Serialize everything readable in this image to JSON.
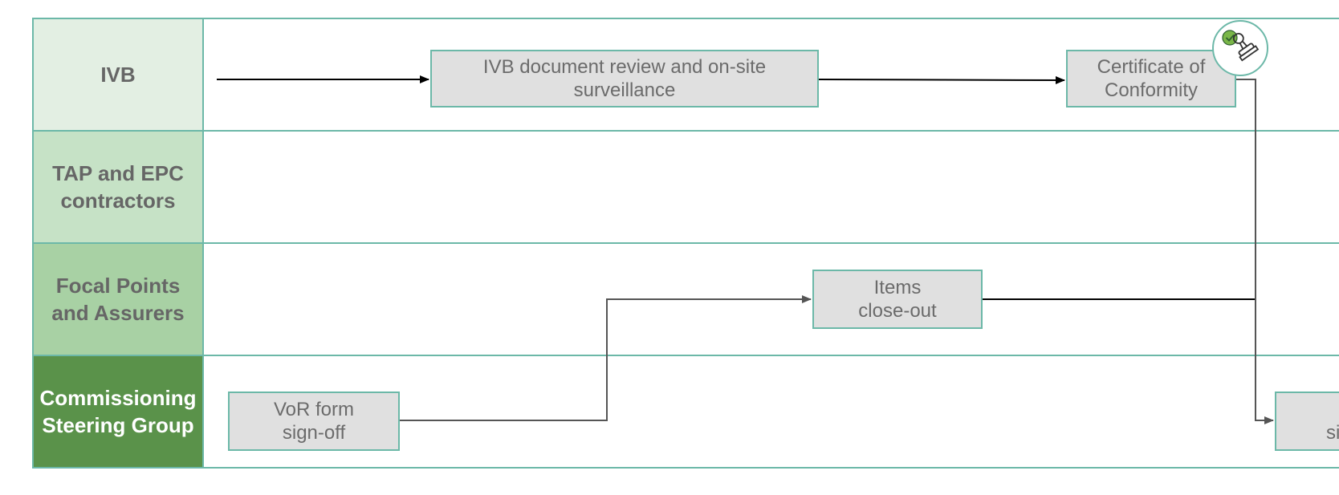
{
  "lanes": [
    {
      "label": "IVB"
    },
    {
      "label": "TAP and EPC\ncontractors"
    },
    {
      "label": "Focal Points\nand Assurers"
    },
    {
      "label": "Commissioning\nSteering Group"
    }
  ],
  "boxes": {
    "ivb_review": "IVB document review and on-site\nsurveillance",
    "certificate": "Certificate of\nConformity",
    "items_closeout": "Items\nclose-out",
    "vor_signoff": "VoR form\nsign-off",
    "clipped": "si"
  },
  "icons": {
    "stamp": "approval-stamp-icon"
  },
  "colors": {
    "border": "#6cb8a8",
    "box_fill": "#e0e0e0",
    "lane_ivb": "#e3efe3",
    "lane_tap": "#c6e2c6",
    "lane_focal": "#a8d1a4",
    "lane_csg": "#5a924a",
    "check_green": "#7ab648"
  }
}
